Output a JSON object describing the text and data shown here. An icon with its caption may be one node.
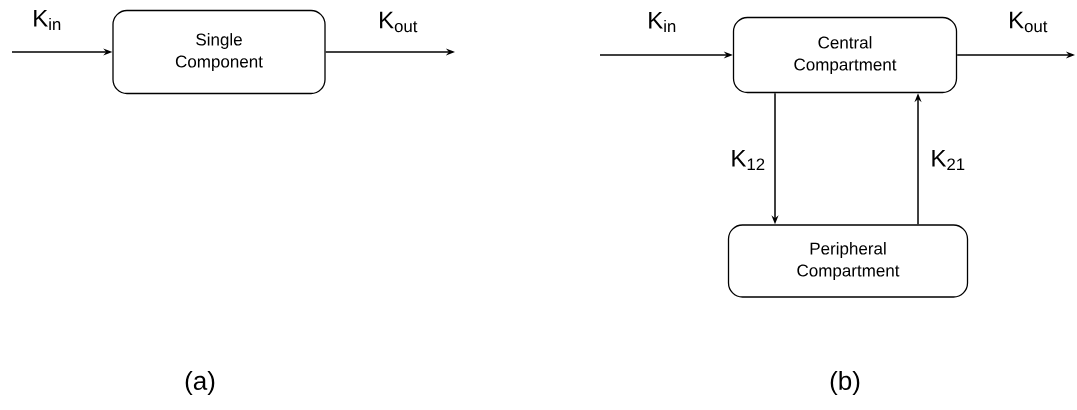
{
  "diagram": {
    "nodes": [
      {
        "text": [
          "Single Component"
        ]
      },
      {
        "text": [
          "Central Compartment"
        ]
      },
      {
        "text": [
          "Peripheral Compartment"
        ]
      }
    ],
    "edges": [
      {
        "from": null,
        "to": 0,
        "arrow": "to",
        "label": "K$_{in}$"
      },
      {
        "from": 0,
        "to": null,
        "arrow": "to",
        "label": "K$_{out}$"
      },
      {
        "from": null,
        "to": 1,
        "arrow": "to",
        "label": "K$_{in}$"
      },
      {
        "from": 1,
        "to": null,
        "arrow": "to",
        "label": "K$_{out}$"
      },
      {
        "from": 1,
        "to": 2,
        "arrow": "to",
        "label": "K$_{12}$"
      },
      {
        "from": 2,
        "to": 1,
        "arrow": "to",
        "label": "K$_{21}$"
      }
    ],
    "labels": [
      "(a)",
      "(b)"
    ]
  }
}
